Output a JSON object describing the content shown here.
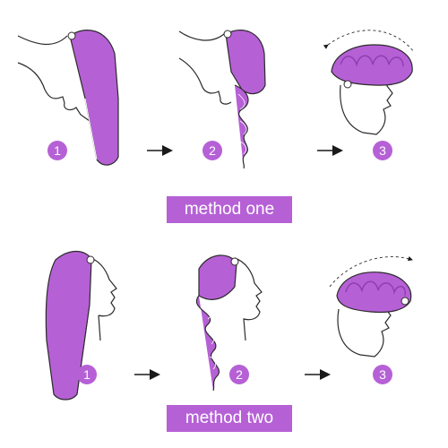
{
  "colors": {
    "towel": "#b660d6",
    "towel_dark": "#8e3fb0",
    "outline": "#2b2b2b",
    "badge": "#b660d6"
  },
  "methods": [
    {
      "label": "method one",
      "steps": [
        "1",
        "2",
        "3"
      ]
    },
    {
      "label": "method two",
      "steps": [
        "1",
        "2",
        "3"
      ]
    }
  ],
  "icons": [
    "arrow-right-icon",
    "step-badge",
    "head-outline",
    "twisted-towel",
    "towel-turban"
  ]
}
